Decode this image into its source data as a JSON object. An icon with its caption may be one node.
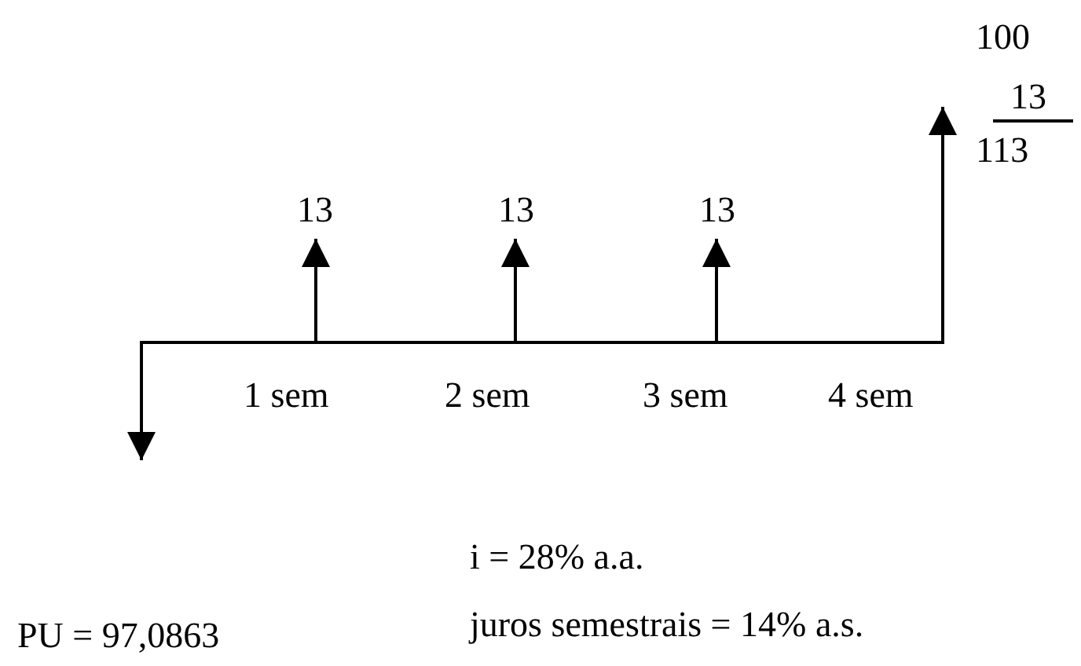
{
  "diagram": {
    "labels": [
      "100",
      "13",
      "113",
      "13",
      "13",
      "13",
      "1 sem",
      "2 sem",
      "3 sem",
      "4 sem",
      "i = 28% a.a.",
      "PU = 97,0863",
      "juros semestrais = 14% a.s."
    ]
  }
}
